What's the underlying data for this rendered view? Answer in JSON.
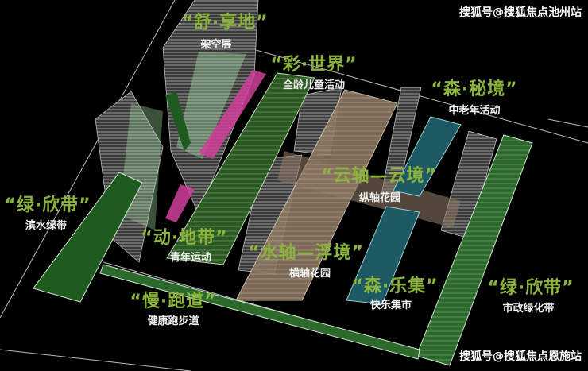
{
  "watermarks": {
    "top": "搜狐号@搜狐焦点池州站",
    "bottom": "搜狐号@搜狐焦点恩施站"
  },
  "zones": [
    {
      "title": "“舒·享地”",
      "subtitle": "架空层"
    },
    {
      "title": "“彩·世界”",
      "subtitle": "全龄儿童活动"
    },
    {
      "title": "“森·秘境”",
      "subtitle": "中老年活动"
    },
    {
      "title": "“云轴—云境”",
      "subtitle": "纵轴花园"
    },
    {
      "title": "“绿·欣带”",
      "subtitle": "滨水绿带"
    },
    {
      "title": "“动·地带”",
      "subtitle": "青年运动"
    },
    {
      "title": "“水轴—浮境”",
      "subtitle": "横轴花园"
    },
    {
      "title": "“森·乐集”",
      "subtitle": "快乐集市"
    },
    {
      "title": "“绿·欣带”",
      "subtitle": "市政绿化带"
    },
    {
      "title": "“慢·跑道”",
      "subtitle": "健康跑步道"
    }
  ],
  "colors": {
    "label": "#8cb43c",
    "green_zone": "#1f5a1f",
    "pink": "#d0409a",
    "brown": "#8a7560",
    "teal": "#1e5a63"
  }
}
